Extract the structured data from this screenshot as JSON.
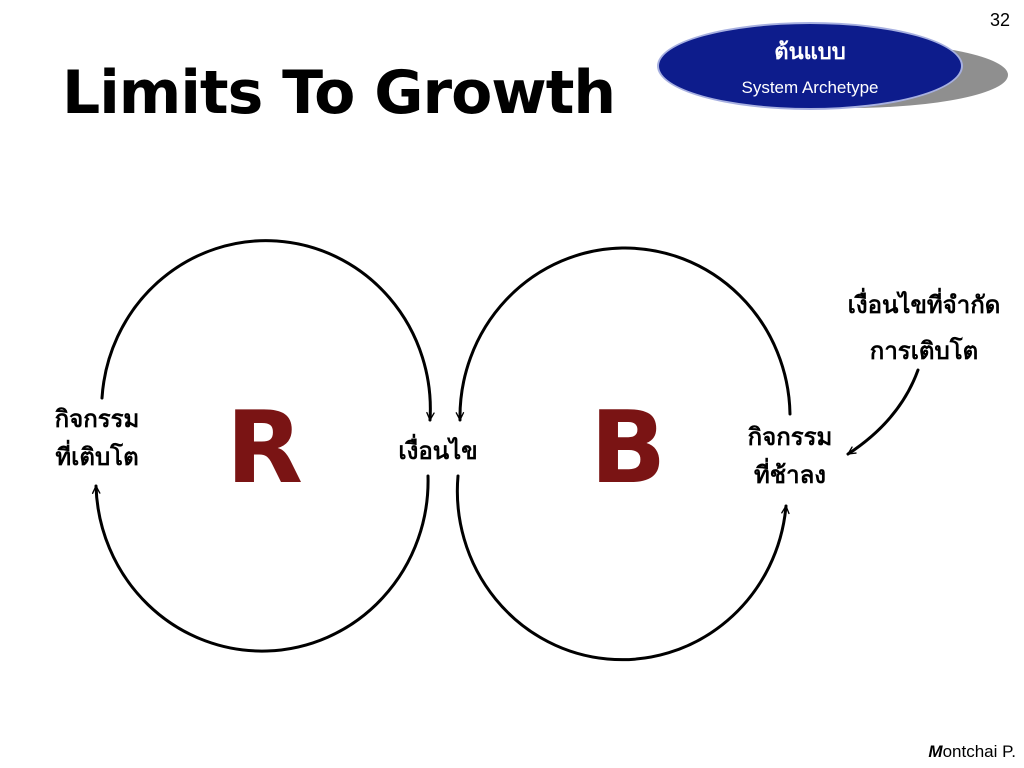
{
  "slide": {
    "number": "32",
    "title": "Limits To Growth"
  },
  "badge": {
    "thai": "ต้นแบบ",
    "english": "System Archetype",
    "color": "#0d1c8c"
  },
  "diagram": {
    "nodes": {
      "growing_action": [
        "กิจกรรม",
        "ที่เติบโต"
      ],
      "condition": "เงื่อนไข",
      "slowing_action": [
        "กิจกรรม",
        "ที่ช้าลง"
      ],
      "limiting_condition": [
        "เงื่อนไขที่จำกัด",
        "การเติบโต"
      ]
    },
    "loops": {
      "reinforcing": "R",
      "balancing": "B",
      "letter_color": "#7a1414"
    }
  },
  "footer": {
    "initial": "M",
    "rest": "ontchai P."
  }
}
